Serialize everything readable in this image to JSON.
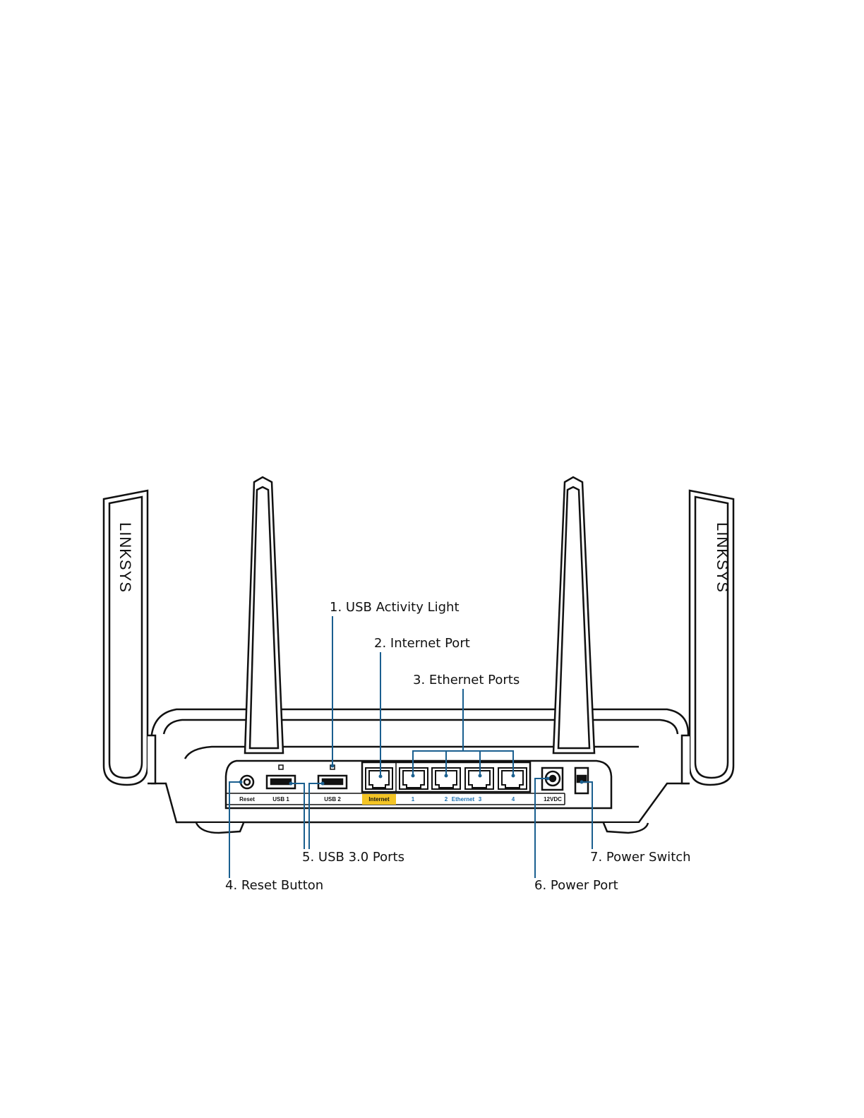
{
  "callouts": {
    "usb_activity_light": "1. USB Activity Light",
    "internet_port": "2. Internet Port",
    "ethernet_ports": "3. Ethernet Ports",
    "reset_button": "4. Reset Button",
    "usb_ports": "5. USB 3.0 Ports",
    "power_port": "6. Power Port",
    "power_switch": "7. Power Switch"
  },
  "port_labels": {
    "reset": "Reset",
    "usb1": "USB 1",
    "usb2": "USB 2",
    "internet": "Internet",
    "eth1": "1",
    "eth2": "2",
    "ethernet": "Ethernet",
    "eth3": "3",
    "eth4": "4",
    "power": "12VDC"
  },
  "brand": {
    "left": "LINKSYS",
    "right": "LINKSYS"
  },
  "colors": {
    "callout_line": "#1a5f8f",
    "internet_highlight": "#f3c425",
    "ethernet_label": "#1a6fb0",
    "outline": "#111111"
  }
}
